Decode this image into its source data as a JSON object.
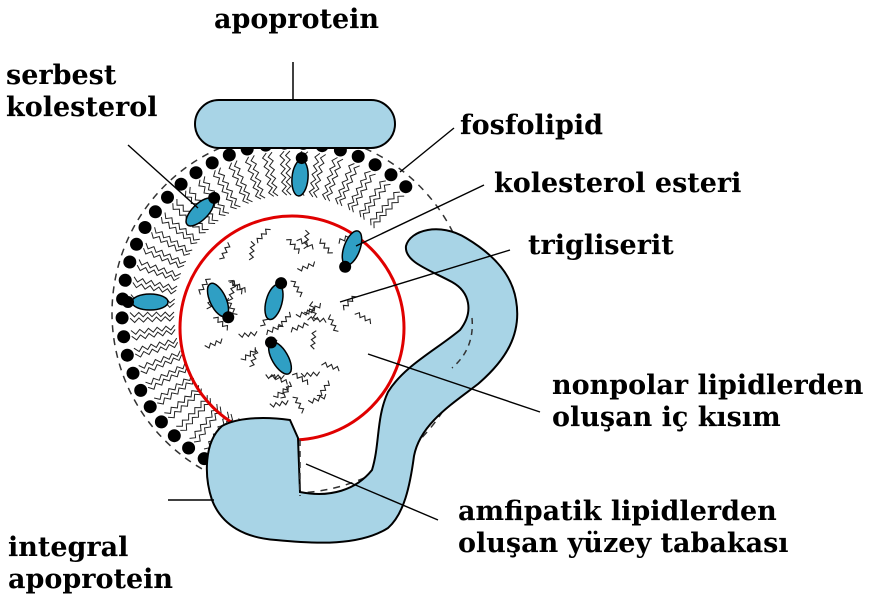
{
  "labels": {
    "apoprotein": "apoprotein",
    "serbest_kolesterol": [
      "serbest",
      "kolesterol"
    ],
    "fosfolipid": "fosfolipid",
    "kolesterol_esteri": "kolesterol esteri",
    "trigliserit": "trigliserit",
    "nonpolar": [
      "nonpolar lipidlerden",
      "oluşan iç kısım"
    ],
    "amfipatik": [
      "amfipatik lipidlerden",
      "oluşan yüzey tabakası"
    ],
    "integral": [
      "integral",
      "apoprotein"
    ]
  },
  "colors": {
    "protein_fill": "#a8d4e6",
    "cholesterol_fill": "#2f9fc4",
    "core_outline": "#e00000",
    "line": "#000000"
  }
}
